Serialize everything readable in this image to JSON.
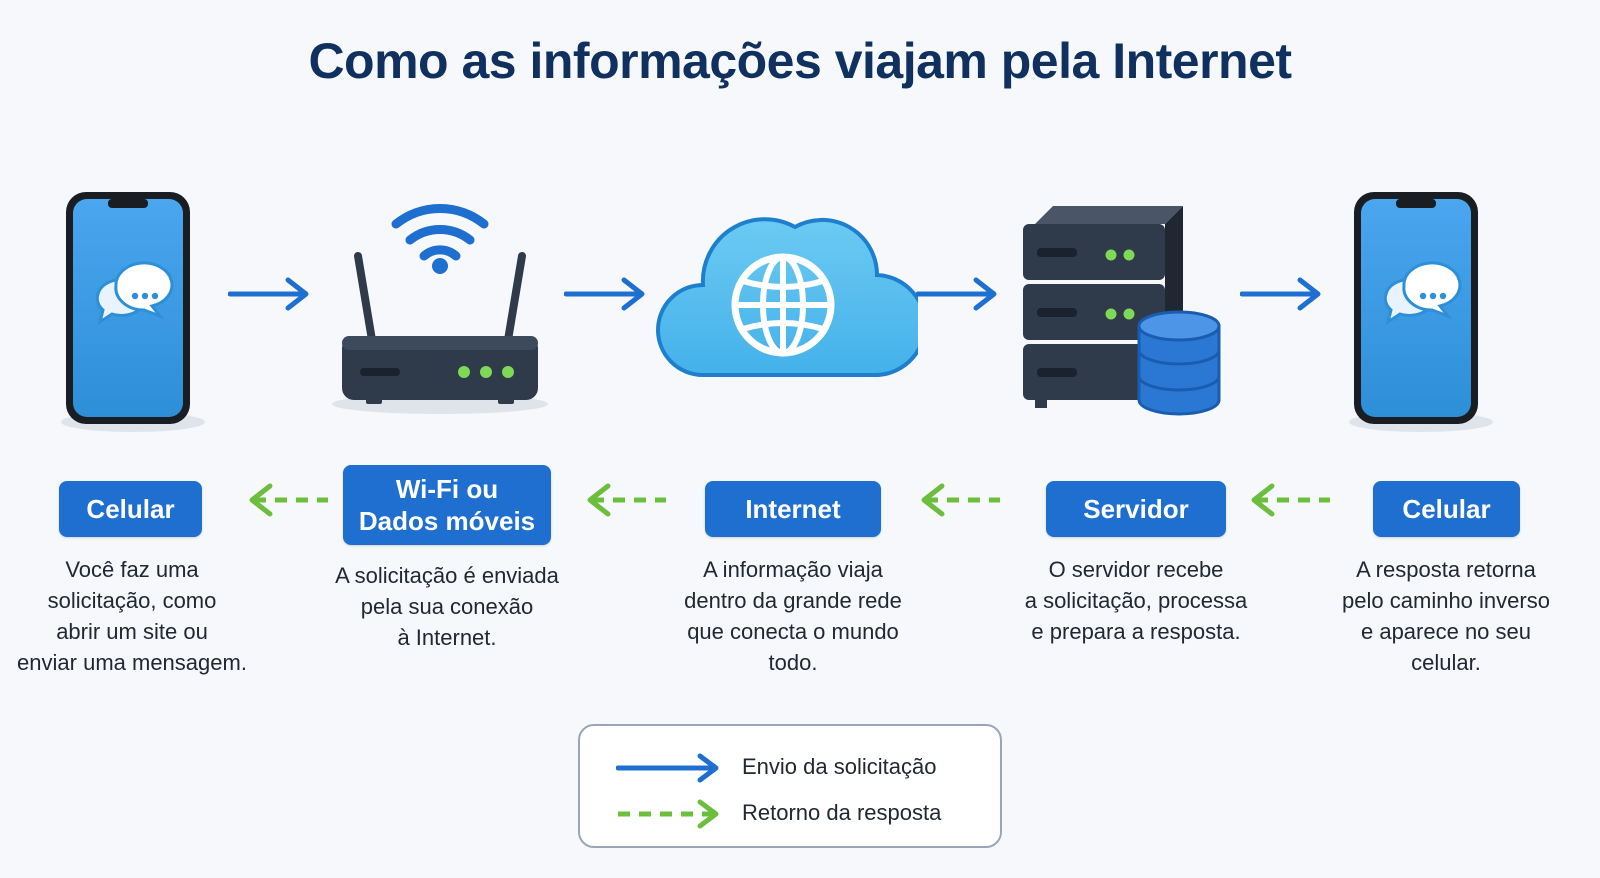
{
  "title": "Como as informações viajam pela Internet",
  "steps": [
    {
      "label": "Celular",
      "description": "Você faz uma\nsolicitação, como\nabrir um site ou\nenviar uma mensagem.",
      "icon": "smartphone-chat-icon"
    },
    {
      "label": "Wi-Fi ou\nDados móveis",
      "description": "A solicitação é enviada\npela sua conexão\nà Internet.",
      "icon": "wifi-router-icon"
    },
    {
      "label": "Internet",
      "description": "A informação viaja\ndentro da grande rede\nque conecta o mundo\ntodo.",
      "icon": "cloud-globe-icon"
    },
    {
      "label": "Servidor",
      "description": "O servidor recebe\na solicitação, processa\ne prepara a resposta.",
      "icon": "server-database-icon"
    },
    {
      "label": "Celular",
      "description": "A resposta retorna\npelo caminho inverso\ne aparece no seu\ncelular.",
      "icon": "smartphone-chat-icon"
    }
  ],
  "legend": {
    "request": "Envio da solicitação",
    "response": "Retorno da resposta"
  },
  "colors": {
    "title": "#10305f",
    "label_bg": "#1f6fd1",
    "request_arrow": "#1f6fd1",
    "response_arrow": "#6cbf3c",
    "device_dark": "#2f3a4a",
    "led_green": "#7ed957",
    "screen_blue": "#3a9be6",
    "cloud_blue": "#5ec0ef"
  }
}
